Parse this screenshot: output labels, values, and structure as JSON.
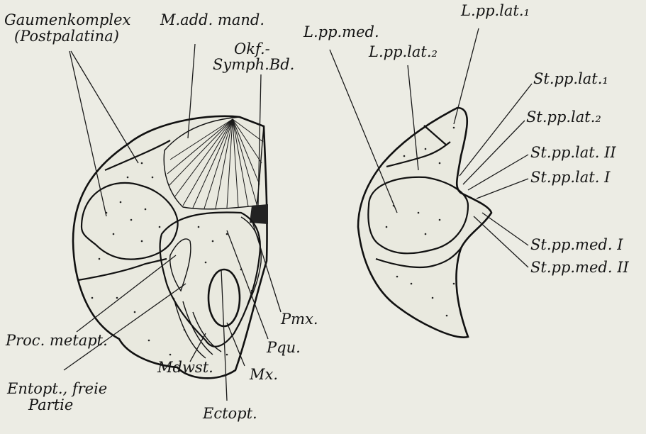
{
  "left_figure": {
    "labels": {
      "gaumenkomplex": "Gaumenkomplex",
      "postpalatina": "(Postpalatina)",
      "m_add_mand": "M.add. mand.",
      "okf_line1": "Okf.-",
      "okf_line2": "Symph.Bd.",
      "pmx": "Pmx.",
      "pqu": "Pqu.",
      "mx": "Mx.",
      "ectopt": "Ectopt.",
      "mdwst": "Mdwst.",
      "proc_metapt": "Proc. metapt.",
      "entopt_line1": "Entopt., freie",
      "entopt_line2": "Partie"
    }
  },
  "right_figure": {
    "labels": {
      "l_pp_med": "L.pp.med.",
      "l_pp_lat1": "L.pp.lat.₁",
      "l_pp_lat2": "L.pp.lat.₂",
      "st_pp_lat1": "St.pp.lat.₁",
      "st_pp_lat2": "St.pp.lat.₂",
      "st_pp_lat_II": "St.pp.lat. II",
      "st_pp_lat_I": "St.pp.lat. I",
      "st_pp_med_I": "St.pp.med. I",
      "st_pp_med_II": "St.pp.med. II"
    }
  },
  "colors": {
    "paper": "#ecece4",
    "ink": "#111111"
  }
}
